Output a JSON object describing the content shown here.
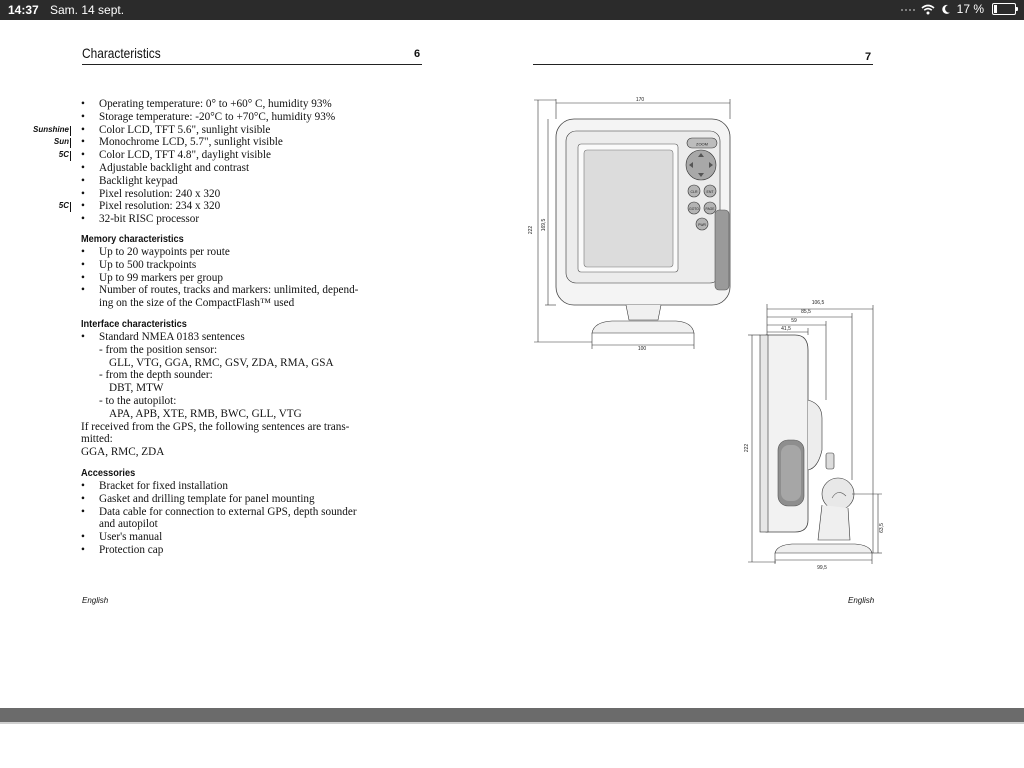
{
  "status_bar": {
    "time": "14:37",
    "date": "Sam. 14 sept.",
    "battery_percent": "17 %",
    "battery_level": 0.17
  },
  "left_page": {
    "title": "Characteristics",
    "page_number": "6",
    "specs": [
      {
        "text": "Operating temperature: 0° to +60° C, humidity 93%",
        "tag": ""
      },
      {
        "text": "Storage temperature: -20°C to +70°C, humidity 93%",
        "tag": ""
      },
      {
        "text": "Color LCD, TFT 5.6\", sunlight visible",
        "tag": "Sunshine"
      },
      {
        "text": "Monochrome LCD, 5.7\", sunlight visible",
        "tag": "Sun"
      },
      {
        "text": "Color LCD, TFT 4.8\", daylight visible",
        "tag": "5C"
      },
      {
        "text": "Adjustable backlight and contrast",
        "tag": ""
      },
      {
        "text": "Backlight keypad",
        "tag": ""
      },
      {
        "text": "Pixel resolution: 240 x 320",
        "tag": ""
      },
      {
        "text": "Pixel resolution: 234 x 320",
        "tag": "5C"
      },
      {
        "text": "32-bit RISC processor",
        "tag": ""
      }
    ],
    "memory": {
      "heading": "Memory characteristics",
      "items": [
        "Up to 20 waypoints per route",
        "Up to 500 trackpoints",
        "Up to 99 markers per group"
      ],
      "last_item_line1": "Number of routes, tracks and markers: unlimited, depend-",
      "last_item_line2": "ing on the size of the CompactFlash™ used"
    },
    "interface": {
      "heading": "Interface characteristics",
      "standard": "Standard NMEA 0183 sentences",
      "position_label": "- from the position sensor:",
      "position_values": "GLL, VTG, GGA, RMC, GSV, ZDA, RMA, GSA",
      "depth_label": "- from the depth sounder:",
      "depth_values": "DBT, MTW",
      "autopilot_label": "- to the autopilot:",
      "autopilot_values": "APA, APB, XTE, RMB, BWC, GLL, VTG",
      "gps_line1": "If received from the GPS, the following sentences are trans-",
      "gps_line2": "mitted:",
      "gps_values": "GGA, RMC, ZDA"
    },
    "accessories": {
      "heading": "Accessories",
      "items": [
        "Bracket for fixed installation",
        "Gasket and drilling template for panel mounting"
      ],
      "cable_line1": "Data cable for connection to external GPS, depth sounder",
      "cable_line2": "and autopilot",
      "items_after": [
        "User's manual",
        "Protection cap"
      ]
    },
    "footer": "English"
  },
  "right_page": {
    "page_number": "7",
    "footer": "English",
    "front_view": {
      "width_dim": "170",
      "height_dim": "222",
      "body_height_dim": "169,5",
      "base_dim": "100",
      "buttons": [
        "ZOOM",
        "CLR",
        "ENT",
        "GOTO",
        "PAGE",
        "PWR"
      ]
    },
    "side_view": {
      "depth_dim_1": "106,5",
      "depth_dim_2": "85,5",
      "depth_dim_3": "59",
      "depth_dim_4": "41,5",
      "height_dim": "222",
      "bracket_height_dim": "63,5",
      "base_dim": "99,5"
    }
  }
}
